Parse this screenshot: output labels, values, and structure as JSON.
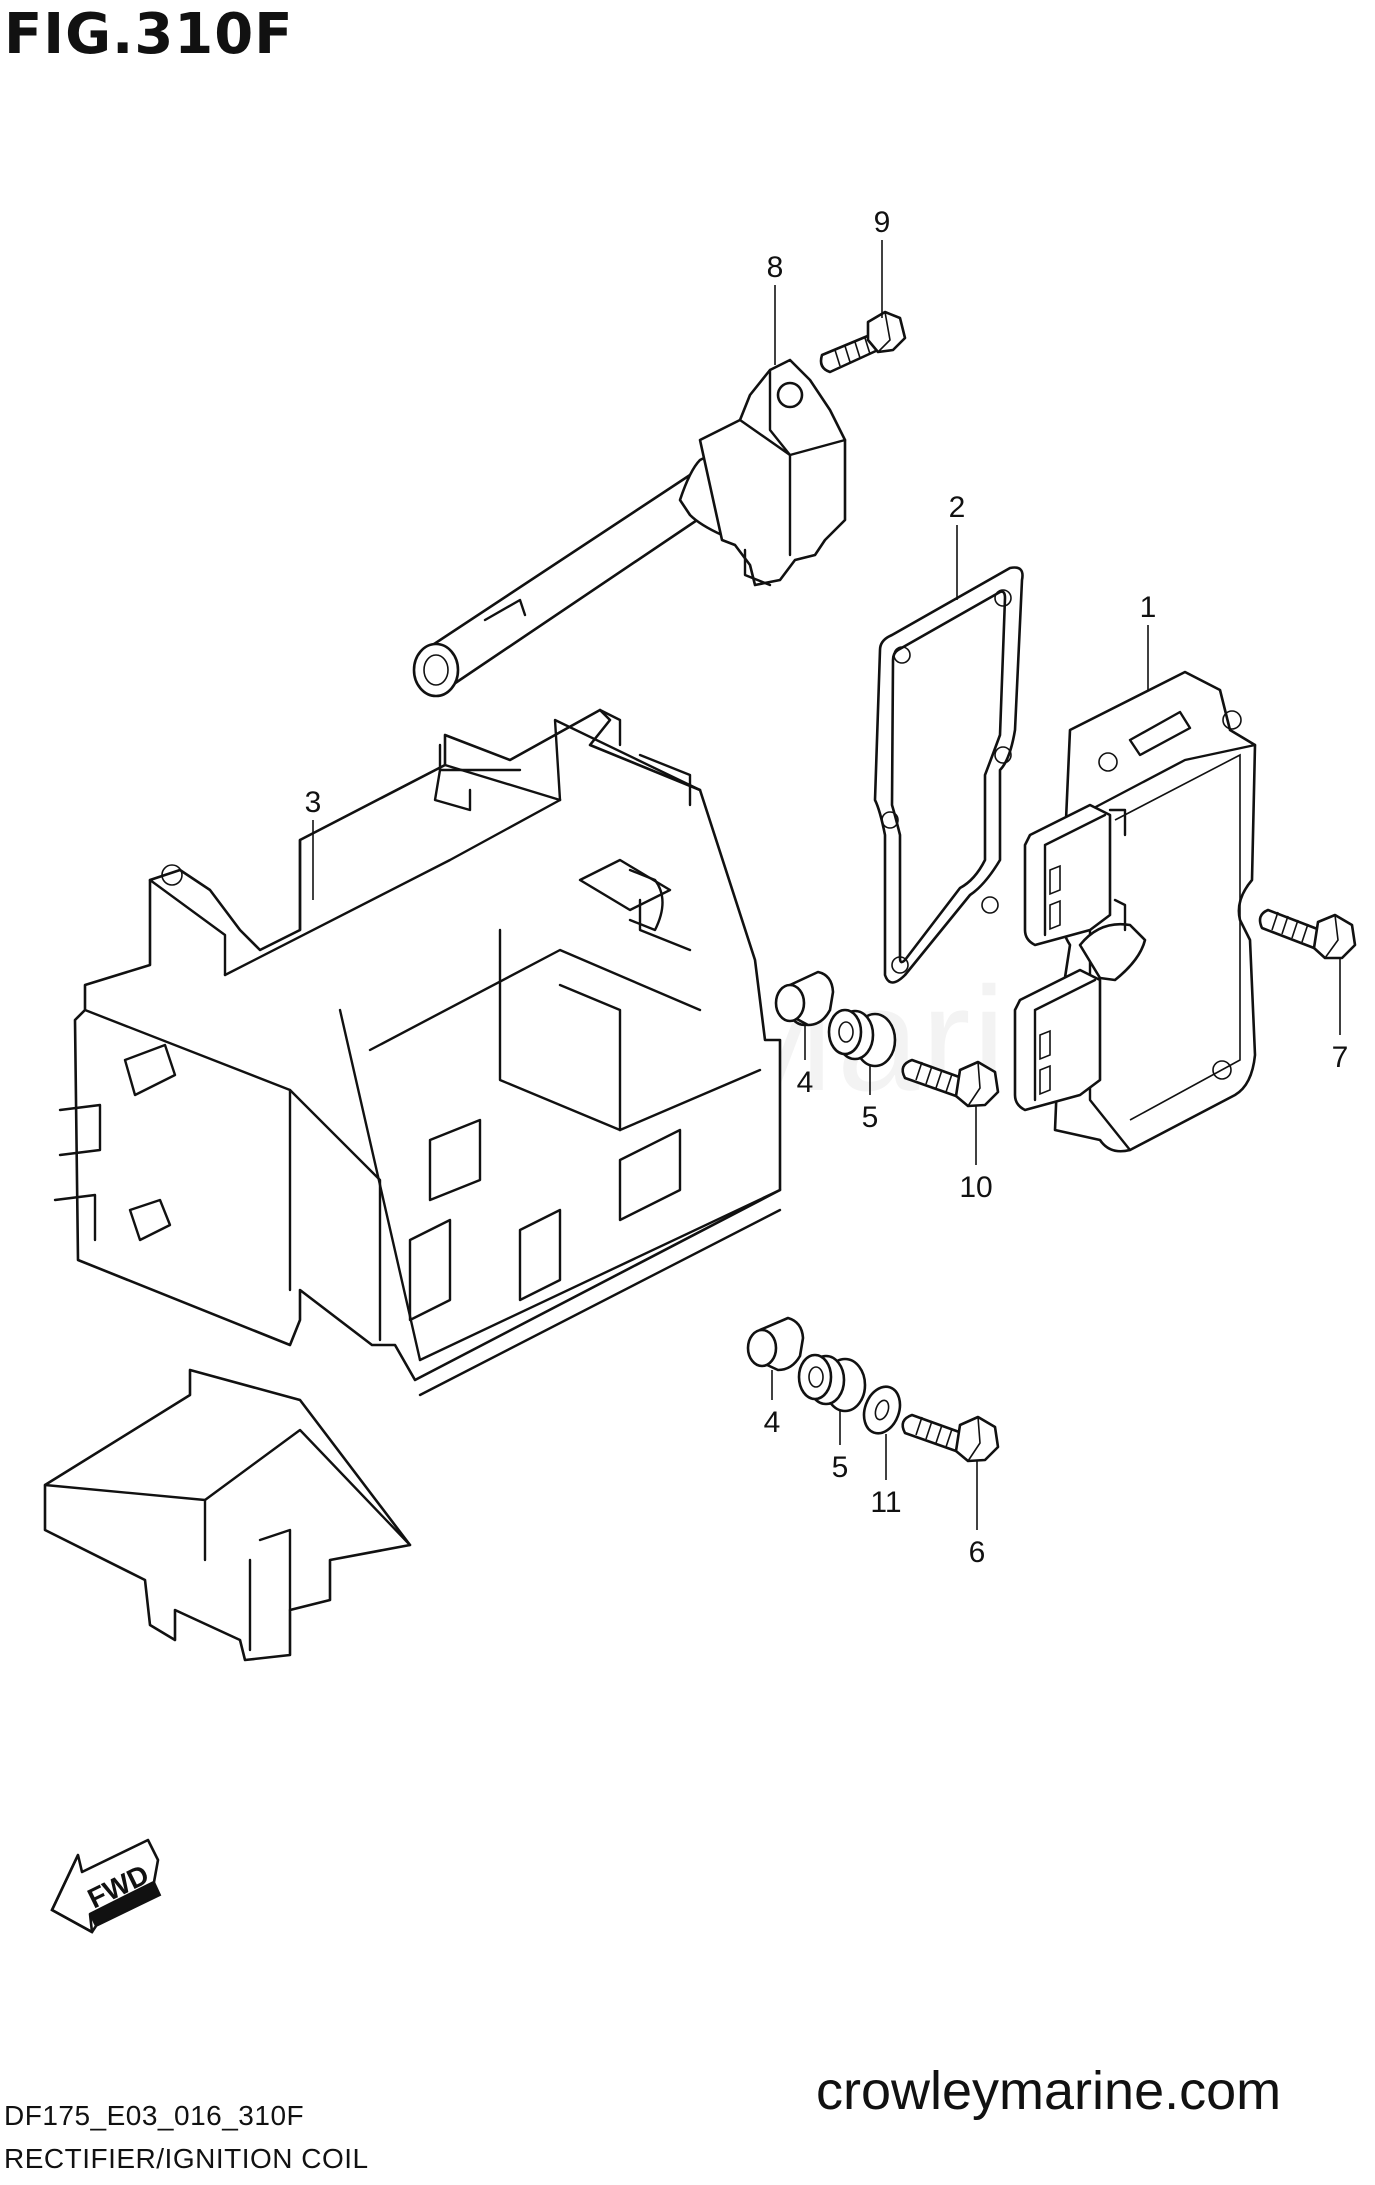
{
  "figure": {
    "title": "FIG.310F",
    "caption": "RECTIFIER/IGNITION COIL",
    "code": "DF175_E03_016_310F",
    "website": "crowleymarine.com",
    "watermark": "Crowley Marine"
  },
  "callouts": [
    {
      "id": "c1",
      "label": "1"
    },
    {
      "id": "c2",
      "label": "2"
    },
    {
      "id": "c3",
      "label": "3"
    },
    {
      "id": "c4a",
      "label": "4"
    },
    {
      "id": "c4b",
      "label": "4"
    },
    {
      "id": "c5a",
      "label": "5"
    },
    {
      "id": "c5b",
      "label": "5"
    },
    {
      "id": "c6",
      "label": "6"
    },
    {
      "id": "c7",
      "label": "7"
    },
    {
      "id": "c8",
      "label": "8"
    },
    {
      "id": "c9",
      "label": "9"
    },
    {
      "id": "c10",
      "label": "10"
    },
    {
      "id": "c11",
      "label": "11"
    }
  ],
  "fwd_label": "FWD"
}
